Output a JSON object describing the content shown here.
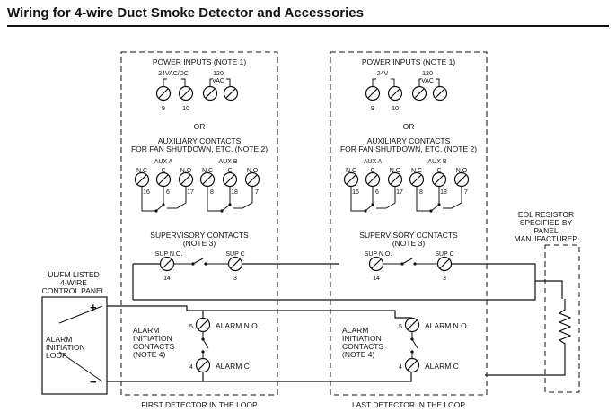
{
  "title": "Wiring for 4-wire Duct Smoke Detector and Accessories",
  "detectors": [
    {
      "caption": "FIRST DETECTOR IN THE LOOP",
      "power_heading": "POWER INPUTS (NOTE 1)",
      "power_dc_label": "24VAC/DC",
      "power_ac_label_1": "120",
      "power_ac_label_2": "VAC",
      "term_9": "9",
      "term_10": "10",
      "or_label": "OR",
      "aux_heading_1": "AUXILIARY CONTACTS",
      "aux_heading_2": "FOR FAN SHUTDOWN, ETC. (NOTE 2)",
      "aux_a": "AUX A",
      "aux_b": "AUX B",
      "nc_a": "N.C",
      "c_a": "C",
      "no_a": "N.O",
      "nc_b": "N.C",
      "c_b": "C",
      "no_b": "N.O",
      "t16": "16",
      "t6": "6",
      "t17": "17",
      "t8": "8",
      "t18": "18",
      "t7": "7",
      "sup_heading_1": "SUPERVISORY CONTACTS",
      "sup_heading_2": "(NOTE 3)",
      "sup_no": "SUP N.O.",
      "sup_c": "SUP C",
      "t14": "14",
      "t3": "3",
      "alarm_label_1": "ALARM",
      "alarm_label_2": "INITIATION",
      "alarm_label_3": "CONTACTS",
      "alarm_label_4": "(NOTE 4)",
      "alarm_no": "ALARM N.O.",
      "alarm_c": "ALARM C",
      "t5": "5",
      "t4": "4"
    },
    {
      "caption": "LAST DETECTOR IN THE LOOP",
      "power_heading": "POWER INPUTS (NOTE 1)",
      "power_dc_label": "24V",
      "power_ac_label_1": "120",
      "power_ac_label_2": "VAC",
      "term_9": "9",
      "term_10": "10",
      "or_label": "OR",
      "aux_heading_1": "AUXILIARY CONTACTS",
      "aux_heading_2": "FOR FAN SHUTDOWN, ETC. (NOTE 2)",
      "aux_a": "AUX A",
      "aux_b": "AUX B",
      "nc_a": "N.C",
      "c_a": "C",
      "no_a": "N.O",
      "nc_b": "N.C",
      "c_b": "C",
      "no_b": "N.O",
      "t16": "16",
      "t6": "6",
      "t17": "17",
      "t8": "8",
      "t18": "18",
      "t7": "7",
      "sup_heading_1": "SUPERVISORY CONTACTS",
      "sup_heading_2": "(NOTE 3)",
      "sup_no": "SUP N.O.",
      "sup_c": "SUP C",
      "t14": "14",
      "t3": "3",
      "alarm_label_1": "ALARM",
      "alarm_label_2": "INITIATION",
      "alarm_label_3": "CONTACTS",
      "alarm_label_4": "(NOTE 4)",
      "alarm_no": "ALARM N.O.",
      "alarm_c": "ALARM C",
      "t5": "5",
      "t4": "4"
    }
  ],
  "panel": {
    "label_1": "UL/FM LISTED",
    "label_2": "4-WIRE",
    "label_3": "CONTROL PANEL",
    "loop_1": "ALARM",
    "loop_2": "INITIATION",
    "loop_3": "LOOP",
    "plus": "+",
    "minus": "−"
  },
  "eol": {
    "label_1": "EOL RESISTOR",
    "label_2": "SPECIFIED BY",
    "label_3": "PANEL",
    "label_4": "MANUFACTURER"
  }
}
